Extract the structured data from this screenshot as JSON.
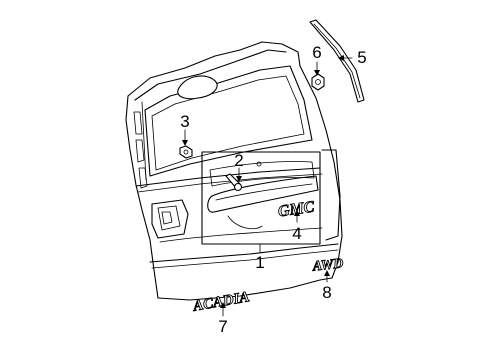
{
  "callouts": {
    "c1": "1",
    "c2": "2",
    "c3": "3",
    "c4": "4",
    "c5": "5",
    "c6": "6",
    "c7": "7",
    "c8": "8"
  },
  "emblems": {
    "gmc": "GMC",
    "awd": "AWD",
    "acadia": "ACADIA"
  }
}
